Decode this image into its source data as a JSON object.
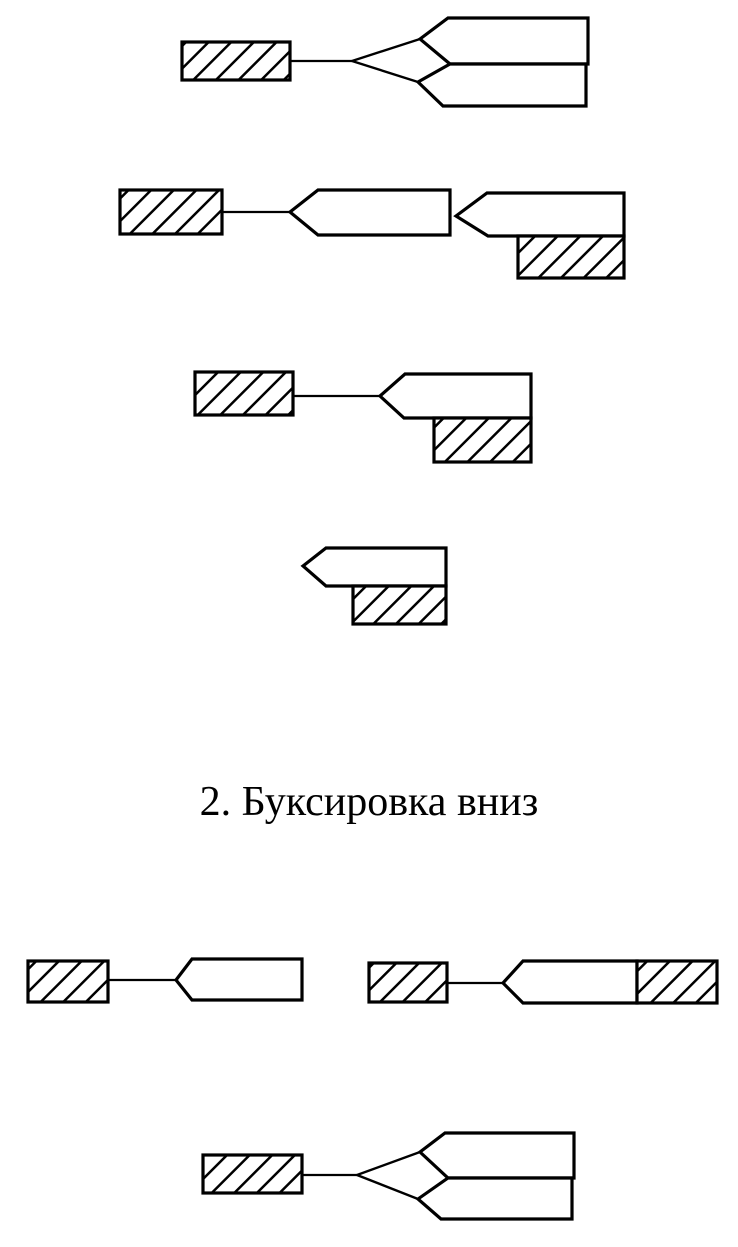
{
  "diagram": {
    "section_title": "2. Буксировка вниз",
    "legend": {
      "hatched_rectangle": "tug",
      "arrow_pentagon": "barge / towed vessel"
    },
    "upper_schemes": [
      {
        "id": "scheme-1",
        "description": "tug towing two barges side by side via bridle"
      },
      {
        "id": "scheme-2",
        "description": "tug towing barge in line, second barge with pusher tug"
      },
      {
        "id": "scheme-3",
        "description": "tug towing barge with assisting tug alongside"
      },
      {
        "id": "scheme-4",
        "description": "barge with tug alongside (lashed)"
      }
    ],
    "lower_schemes": [
      {
        "id": "scheme-5",
        "description": "tug towing single barge"
      },
      {
        "id": "scheme-6",
        "description": "tug towing barge with stern tug attached"
      },
      {
        "id": "scheme-7",
        "description": "tug towing two barges side by side via bridle"
      }
    ],
    "colors": {
      "stroke": "#000000",
      "background": "#ffffff"
    }
  }
}
